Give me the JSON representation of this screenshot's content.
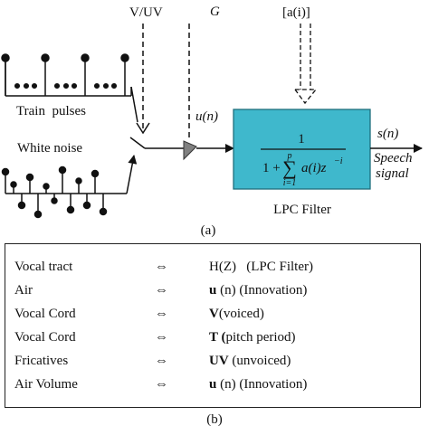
{
  "diagram": {
    "vuv_label": "V/UV",
    "gain_label": "G",
    "coef_label": "[a(i)]",
    "train_label": "Train  pulses",
    "noise_label": "White noise",
    "input_label": "u(n)",
    "output_label": "s(n)",
    "speech_label_1": "Speech",
    "speech_label_2": "signal",
    "filter_numerator": "1",
    "filter_one_plus": "1 +",
    "filter_sum_upper": "p",
    "filter_sum_lower": "i=1",
    "filter_term": "a(i)z",
    "filter_exponent": "−i",
    "filter_caption": "LPC Filter",
    "filter_color": "#3fb8cc",
    "caption": "(a)"
  },
  "mapping": {
    "arrow_symbol": "⇔",
    "rows": [
      {
        "left": "Vocal tract",
        "right_bold": "",
        "right_text": "H(Z)   (LPC Filter)"
      },
      {
        "left": "Air",
        "right_bold": "u",
        "right_text": " (n) (Innovation)"
      },
      {
        "left": "Vocal Cord",
        "right_bold": "V",
        "right_text": "(voiced)"
      },
      {
        "left": "Vocal Cord",
        "right_bold": "T (",
        "right_text": "pitch period)"
      },
      {
        "left": "Fricatives",
        "right_bold": "UV",
        "right_text": " (unvoiced)"
      },
      {
        "left": "Air Volume",
        "right_bold": "u",
        "right_text": " (n) (Innovation)"
      }
    ],
    "caption": "(b)"
  }
}
